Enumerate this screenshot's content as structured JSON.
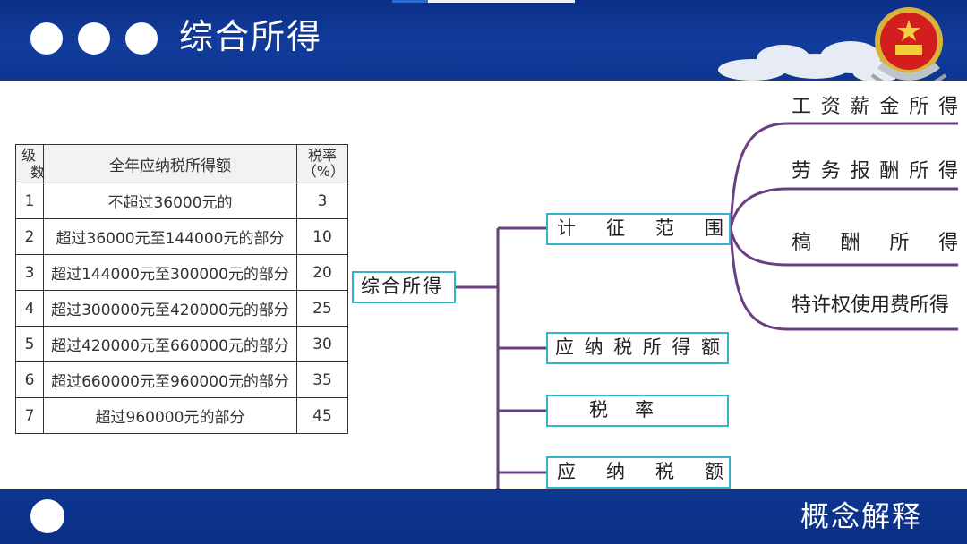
{
  "header": {
    "title": "综合所得",
    "bullets": 3
  },
  "table": {
    "headers": {
      "level_line1": "级",
      "level_line2": "数",
      "range": "全年应纳税所得额",
      "rate_line1": "税率",
      "rate_line2": "（%）"
    },
    "rows": [
      {
        "level": "1",
        "range": "不超过36000元的",
        "rate": "3"
      },
      {
        "level": "2",
        "range": "超过36000元至144000元的部分",
        "rate": "10"
      },
      {
        "level": "3",
        "range": "超过144000元至300000元的部分",
        "rate": "20"
      },
      {
        "level": "4",
        "range": "超过300000元至420000元的部分",
        "rate": "25"
      },
      {
        "level": "5",
        "range": "超过420000元至660000元的部分",
        "rate": "30"
      },
      {
        "level": "6",
        "range": "超过660000元至960000元的部分",
        "rate": "35"
      },
      {
        "level": "7",
        "range": "超过960000元的部分",
        "rate": "45"
      }
    ]
  },
  "mindmap": {
    "root": "综合所得",
    "scope": [
      "计",
      "征",
      "范",
      "围"
    ],
    "taxable": [
      "应",
      "纳",
      "税",
      "所",
      "得",
      "额"
    ],
    "rate": [
      "税",
      "率"
    ],
    "amount": [
      "应",
      "纳",
      "税",
      "额"
    ],
    "incomes": [
      [
        "工",
        "资",
        "薪",
        "金",
        "所",
        "得"
      ],
      [
        "劳",
        "务",
        "报",
        "酬",
        "所",
        "得"
      ],
      [
        "稿",
        "酬",
        "所",
        "得"
      ],
      [
        "特许权使用费所得"
      ]
    ]
  },
  "colors": {
    "header_blue": "#0b2f86",
    "connector": "#6a3f80",
    "box_border": "#36b3c9"
  },
  "footer": {
    "title": "概念解释"
  }
}
